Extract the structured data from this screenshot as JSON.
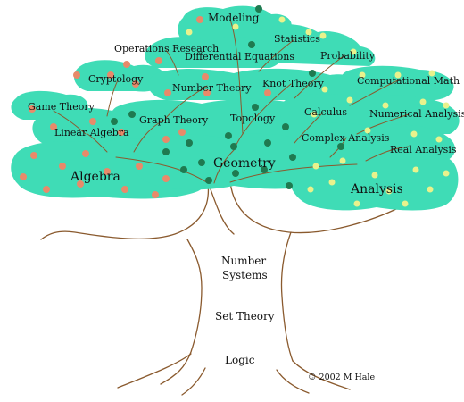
{
  "diagram": {
    "colors": {
      "foliage": "#3fdcb6",
      "trunk_line": "#8a5a2e",
      "fruit_orange": "#e88a6a",
      "fruit_green": "#1f7a50",
      "fruit_yellow": "#e9f28c"
    },
    "branches": {
      "modeling": "Modeling",
      "statistics": "Statistics",
      "operations_research": "Operations Research",
      "differential_equations": "Differential Equations",
      "probability": "Probability",
      "cryptology": "Cryptology",
      "number_theory": "Number Theory",
      "knot_theory": "Knot Theory",
      "computational_math": "Computational Math",
      "game_theory": "Game Theory",
      "calculus": "Calculus",
      "numerical_analysis": "Numerical Analysis",
      "graph_theory": "Graph Theory",
      "topology": "Topology",
      "linear_algebra": "Linear Algebra",
      "complex_analysis": "Complex Analysis",
      "real_analysis": "Real Analysis",
      "algebra": "Algebra",
      "geometry": "Geometry",
      "analysis": "Analysis"
    },
    "trunk": {
      "number": "Number",
      "systems": "Systems",
      "set_theory": "Set Theory",
      "logic": "Logic"
    },
    "copyright": "© 2002 M Hale"
  }
}
